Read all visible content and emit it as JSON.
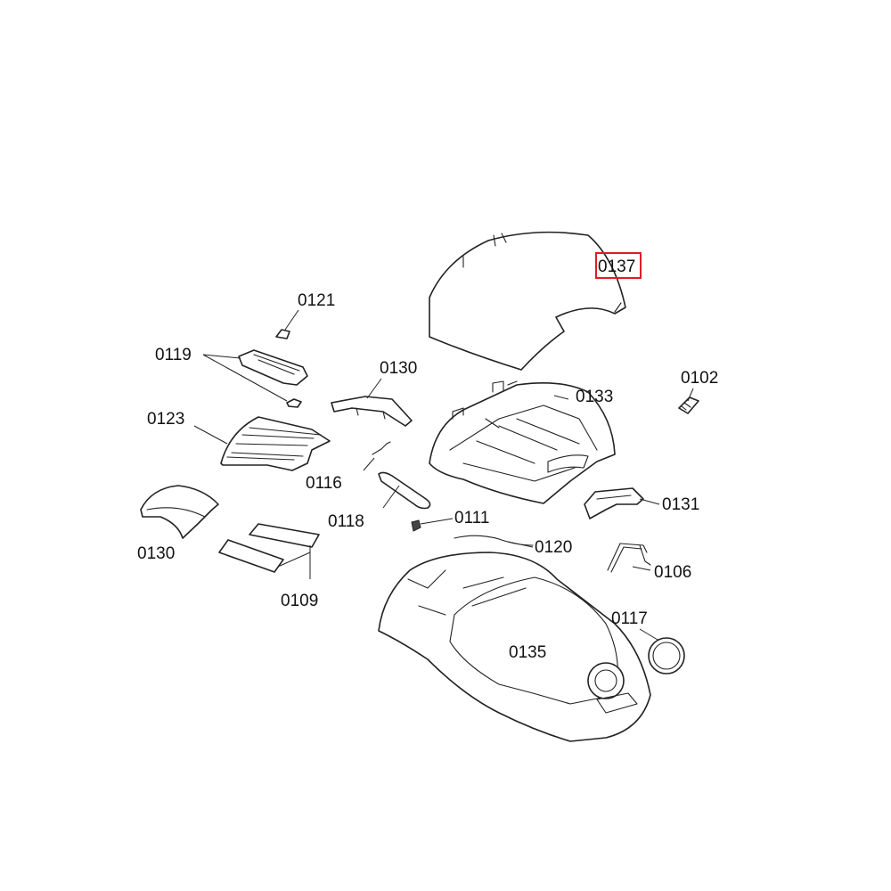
{
  "diagram": {
    "highlight_color": "#e31b23",
    "highlighted_part": "0137",
    "callouts": {
      "c0137": "0137",
      "c0121": "0121",
      "c0119": "0119",
      "c0130a": "0130",
      "c0133": "0133",
      "c0102": "0102",
      "c0123": "0123",
      "c0116": "0116",
      "c0118": "0118",
      "c0111": "0111",
      "c0131": "0131",
      "c0130b": "0130",
      "c0120": "0120",
      "c0106": "0106",
      "c0109": "0109",
      "c0117": "0117",
      "c0135": "0135"
    }
  }
}
